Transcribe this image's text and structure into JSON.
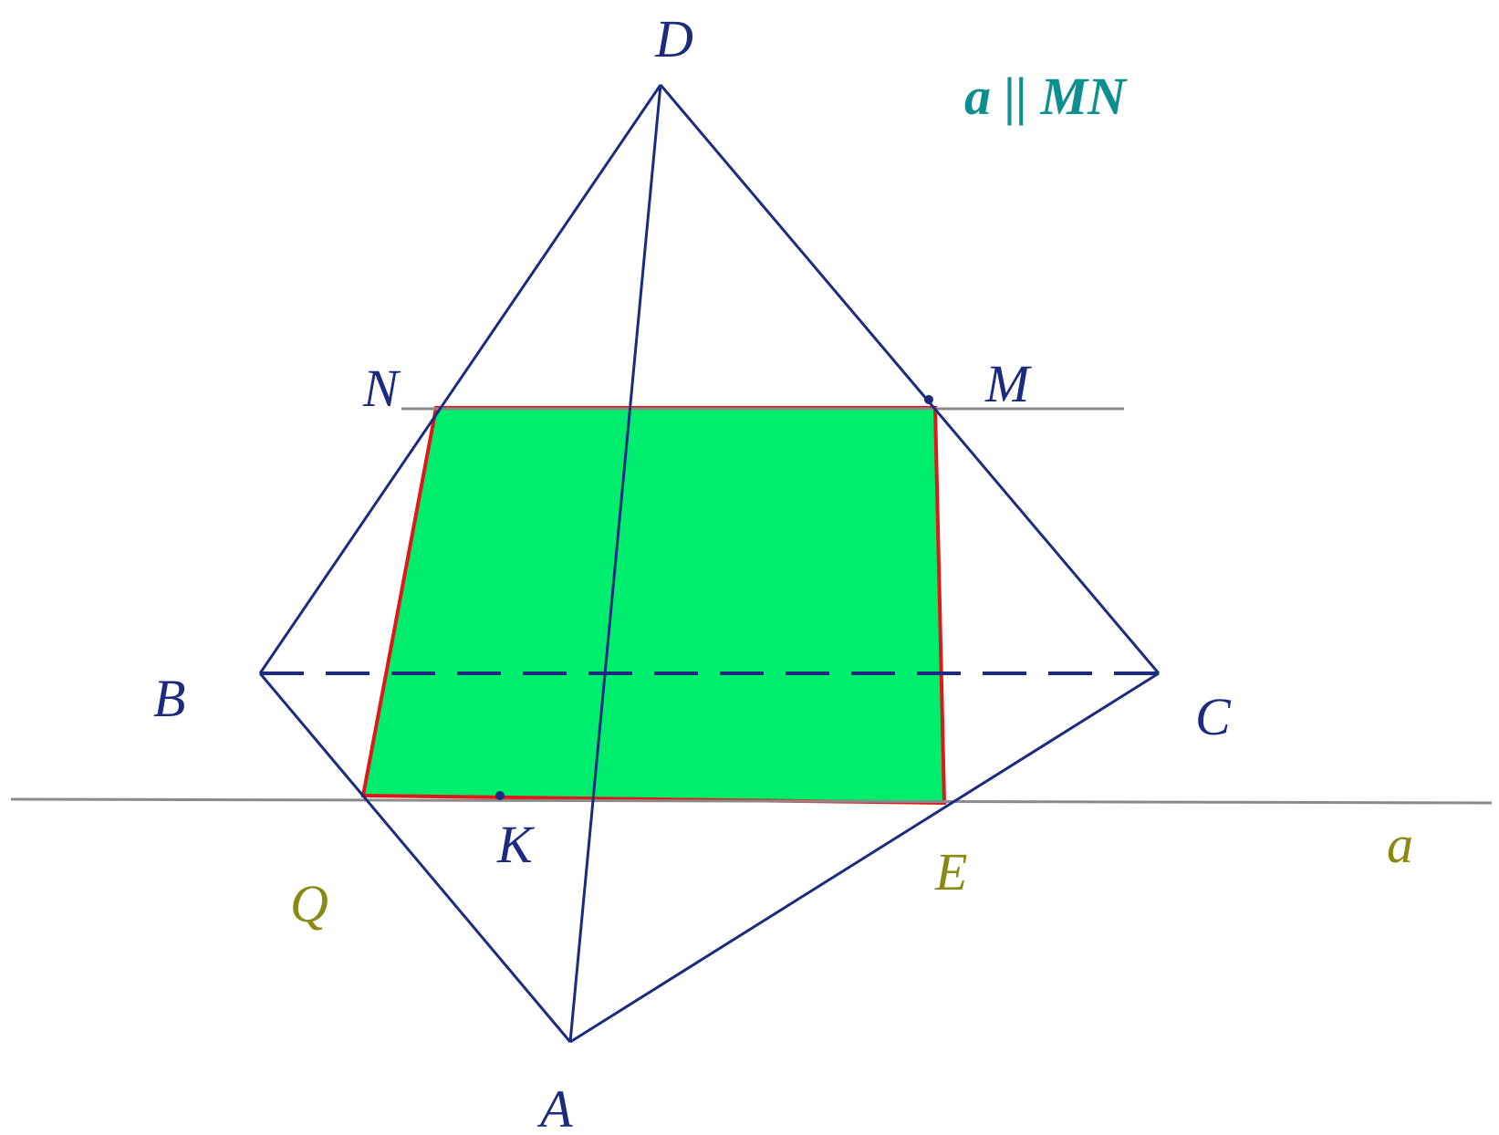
{
  "colors": {
    "edge": "#1c2a80",
    "section_fill": "#00ee6e",
    "section_outline": "#e01818",
    "guide_line": "#8a8a8a",
    "label_blue": "#1c2a80",
    "label_olive": "#8a8a12",
    "note_teal": "#0e8f8f"
  },
  "labels": {
    "D": "D",
    "N": "N",
    "M": "M",
    "B": "B",
    "C": "C",
    "K": "K",
    "Q": "Q",
    "E": "E",
    "A": "A",
    "line_a": "a"
  },
  "note": "a || MN"
}
